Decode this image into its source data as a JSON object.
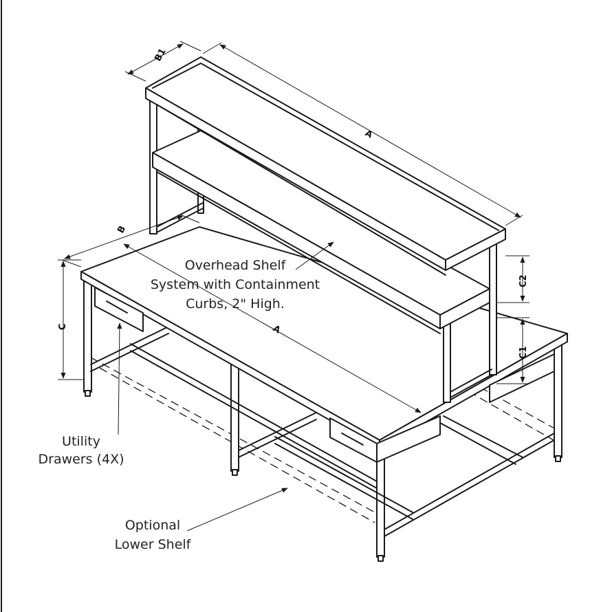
{
  "dimensions": {
    "top_shelf_depth": "B1",
    "top_shelf_length": "A",
    "bench_depth": "B",
    "bench_length": "A",
    "bench_height": "C",
    "upper_shelf_spacing": "C2",
    "lower_shelf_height": "C1"
  },
  "callouts": {
    "overhead": [
      "Overhead Shelf",
      "System with Containment",
      "Curbs, 2\" High."
    ],
    "drawers": [
      "Utility",
      "Drawers (4X)"
    ],
    "lower_shelf": [
      "Optional",
      "Lower Shelf"
    ]
  }
}
